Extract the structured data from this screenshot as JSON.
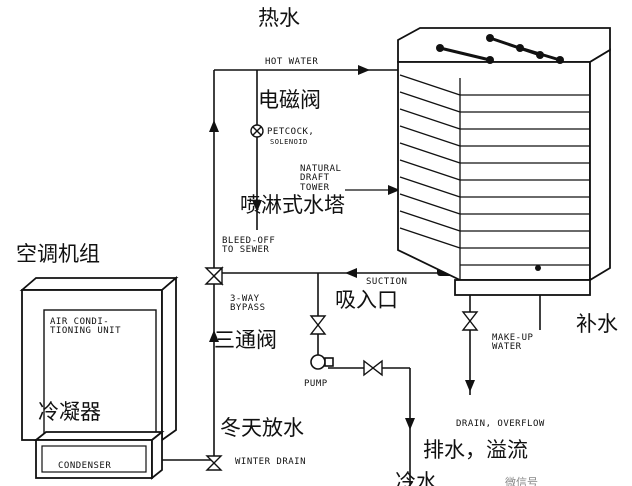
{
  "labels_cn": {
    "hot_water": "热水",
    "solenoid_valve": "电磁阀",
    "spray_tower": "喷淋式水塔",
    "ac_unit": "空调机组",
    "suction_inlet": "吸入口",
    "three_way_valve": "三通阀",
    "makeup_water": "补水",
    "condenser": "冷凝器",
    "winter_drain": "冬天放水",
    "drain_overflow": "排水，溢流",
    "cold_water_partial": "冷水"
  },
  "labels_en": {
    "hot_water": "HOT WATER",
    "petcock": "PETCOCK,",
    "solenoid": "SOLENOID",
    "natural_draft_tower": "NATURAL\nDRAFT\nTOWER",
    "bleed_off": "BLEED-OFF\nTO SEWER",
    "suction": "SUCTION",
    "three_way_bypass": "3-WAY\nBYPASS",
    "air_conditioning_unit": "AIR CONDI-\nTIONING UNIT",
    "makeup_water": "MAKE-UP\nWATER",
    "pump": "PUMP",
    "drain_overflow": "DRAIN, OVERFLOW",
    "condenser": "CONDENSER",
    "winter_drain": "WINTER DRAIN"
  },
  "watermark": "微信号"
}
